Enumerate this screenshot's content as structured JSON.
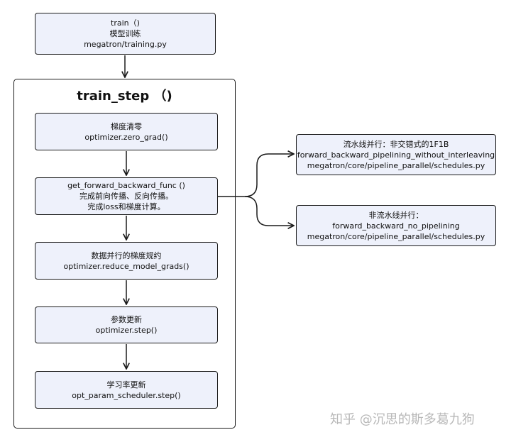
{
  "nodes": {
    "train": {
      "lines": [
        "train（)",
        "模型训练",
        "megatron/training.py"
      ]
    },
    "zero_grad": {
      "lines": [
        "梯度清零",
        "optimizer.zero_grad()"
      ]
    },
    "fwd_bwd": {
      "lines": [
        "get_forward_backward_func ()",
        "完成前向传播、反向传播。",
        "完成loss和梯度计算。"
      ]
    },
    "reduce_grads": {
      "lines": [
        "数据并行的梯度规约",
        "optimizer.reduce_model_grads()"
      ]
    },
    "opt_step": {
      "lines": [
        "参数更新",
        "optimizer.step()"
      ]
    },
    "lr_step": {
      "lines": [
        "学习率更新",
        "opt_param_scheduler.step()"
      ]
    },
    "pipeline_interleave": {
      "lines": [
        "流水线并行：非交错式的1F1B",
        "forward_backward_pipelining_without_interleaving",
        "megatron/core/pipeline_parallel/schedules.py"
      ]
    },
    "no_pipeline": {
      "lines": [
        "非流水线并行：",
        "forward_backward_no_pipelining",
        "megatron/core/pipeline_parallel/schedules.py"
      ]
    }
  },
  "container": {
    "title": "train_step （)"
  },
  "watermark": "知乎 @沉思的斯多葛九狗",
  "colors": {
    "box_fill": "#eef1fb",
    "stroke": "#1a1a1a",
    "watermark": "#b8b8b8"
  }
}
